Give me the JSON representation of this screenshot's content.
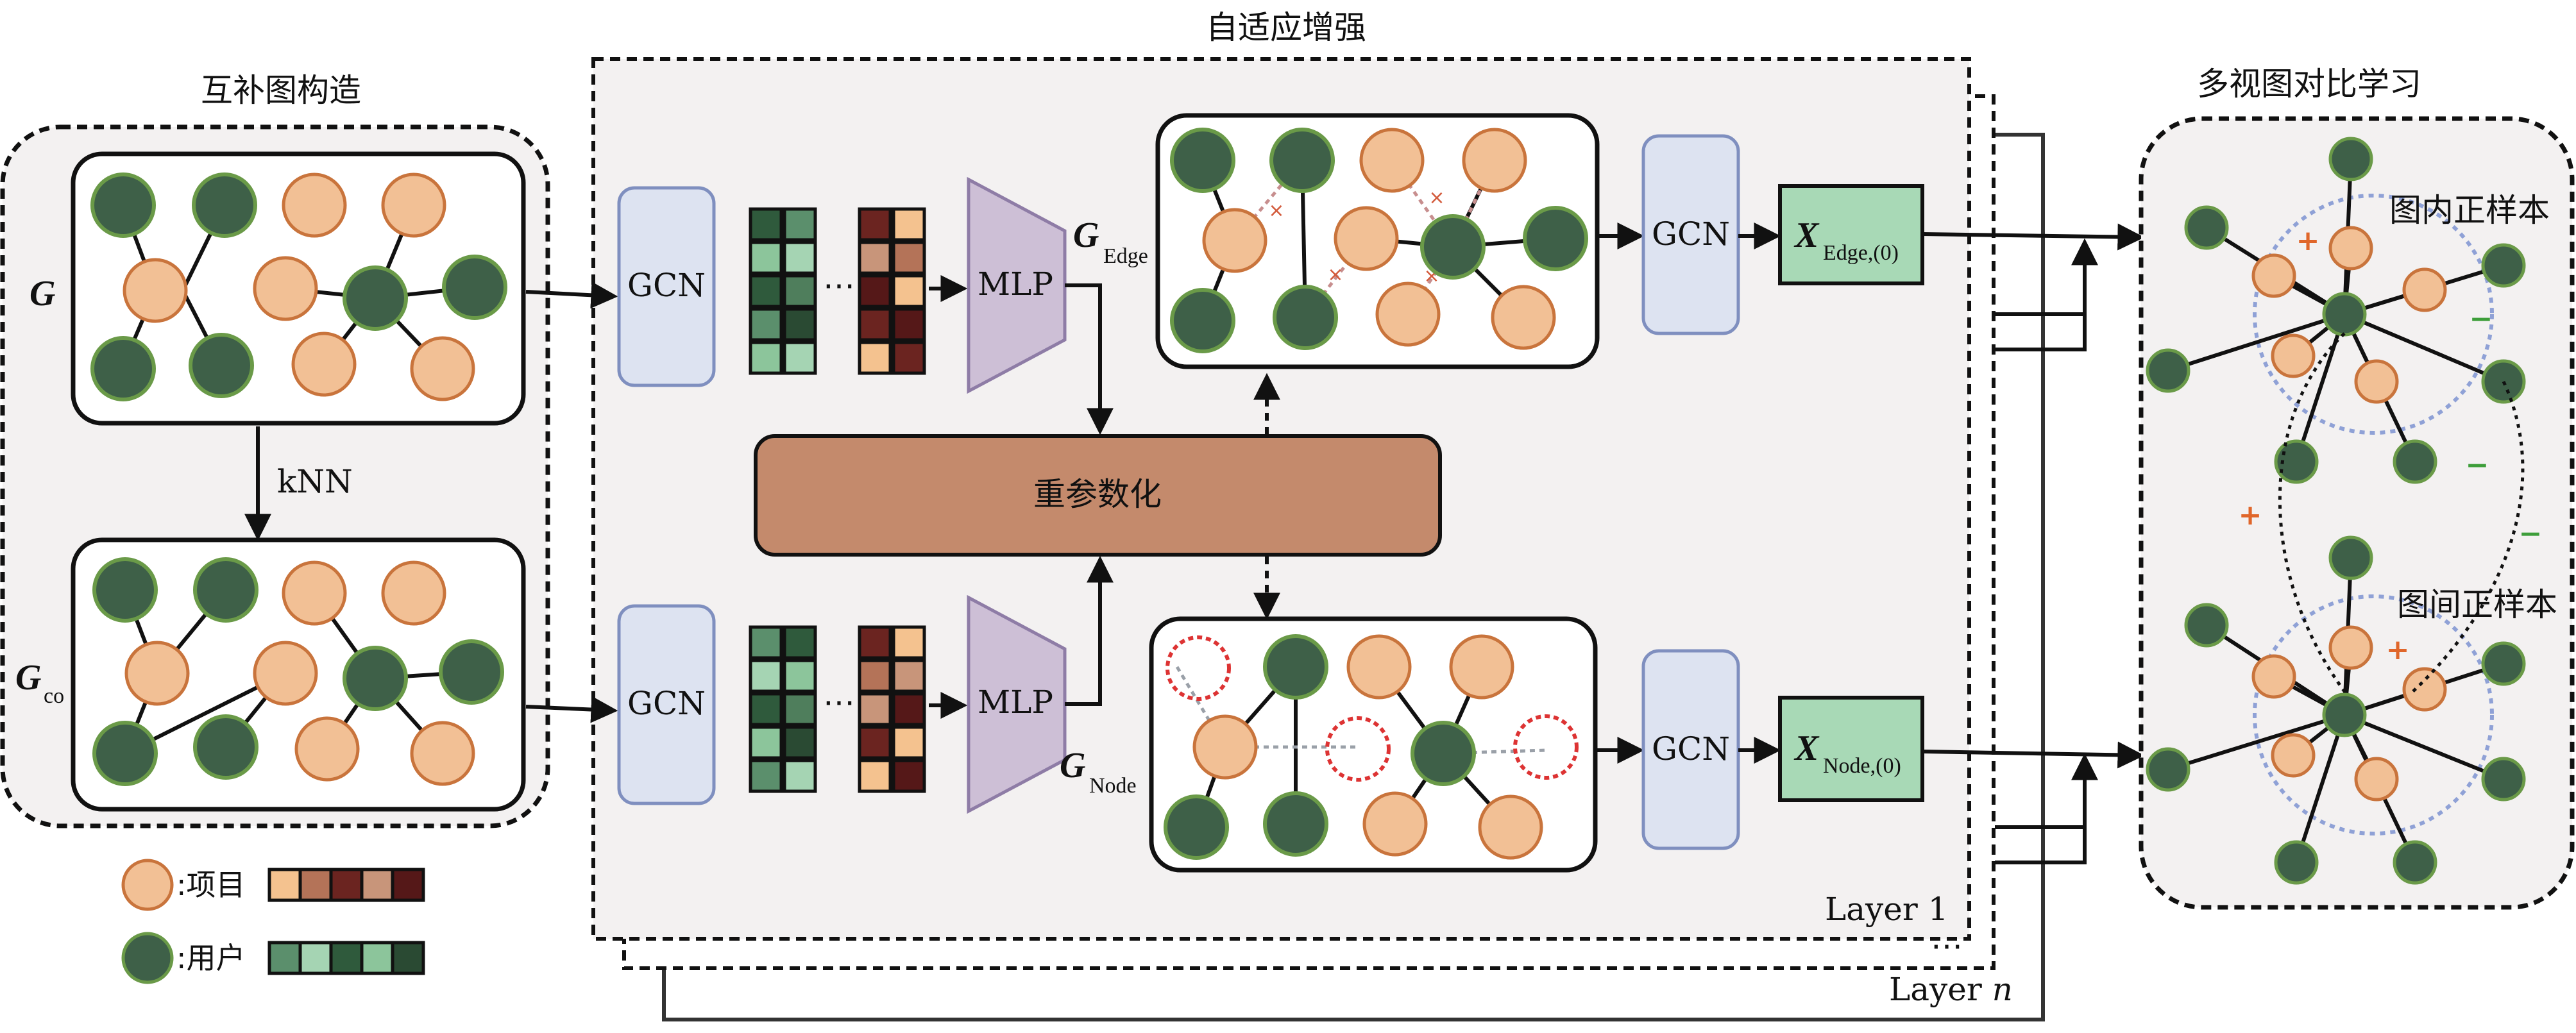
{
  "titles": {
    "construct": "互补图构造",
    "adaptive": "自适应增强",
    "contrast": "多视图对比学习"
  },
  "graphs": {
    "g_label": "G",
    "gco_label": "G",
    "gco_sub": "co",
    "knn": "kNN"
  },
  "blocks": {
    "gcn": "GCN",
    "mlp": "MLP",
    "reparam": "重参数化"
  },
  "aug": {
    "edge_label": "G",
    "edge_sub": "Edge",
    "node_label": "G",
    "node_sub": "Node"
  },
  "outputs": {
    "x_edge": "X",
    "x_edge_sub": "Edge,(0)",
    "x_node": "X",
    "x_node_sub": "Node,(0)"
  },
  "layers": {
    "layer1": "Layer 1",
    "layern_prefix": "Layer ",
    "layern_n": "n",
    "ellipsis": "⋯"
  },
  "contrast": {
    "intra": "图内正样本",
    "inter": "图间正样本",
    "plus": "+",
    "minus": "−"
  },
  "legend": {
    "item": ":项目",
    "user": ":用户"
  },
  "colors": {
    "user": "#3e6048",
    "user_stroke": "#6a9a48",
    "item": "#f2c095",
    "item_stroke": "#c9743c",
    "gcn_fill": "#dde3f1",
    "mlp_fill": "#cdbfd6",
    "reparam_fill": "#c48a6c",
    "x_fill": "#a8d9b6"
  }
}
